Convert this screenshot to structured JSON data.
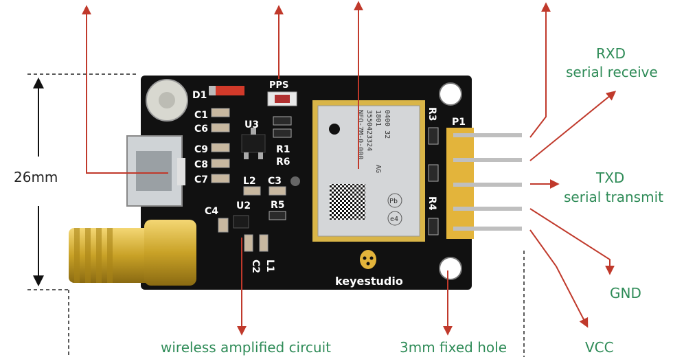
{
  "dimension": {
    "height_label": "26mm"
  },
  "labels": {
    "rxd_title": "RXD",
    "rxd_desc": "serial receive",
    "txd_title": "TXD",
    "txd_desc": "serial transmit",
    "gnd": "GND",
    "vcc": "VCC",
    "wireless": "wireless amplified  circuit",
    "hole": "3mm fixed hole"
  },
  "board": {
    "brand": "keyestudio",
    "silkscreen": {
      "pps": "PPS",
      "d1": "D1",
      "c1": "C1",
      "c6": "C6",
      "u3": "U3",
      "c9": "C9",
      "c8": "C8",
      "c7": "C7",
      "r1": "R1",
      "r6": "R6",
      "l2": "L2",
      "c3": "C3",
      "c4": "C4",
      "u2": "U2",
      "r5": "R5",
      "c2": "C2",
      "l1": "L1",
      "r3": "R3",
      "r4": "R4",
      "p1": "P1"
    },
    "module": {
      "line1": "NEO-7M-0-000",
      "line2": "3550423324",
      "line3": "1801",
      "line4": "0400  32",
      "mark": "AG",
      "badge1": "Pb",
      "badge2": "e4"
    }
  },
  "colors": {
    "arrow": "#c0392b",
    "label": "#2e8b57",
    "board": "#111111",
    "header": "#e3b43b",
    "sma": "#c9a227"
  }
}
